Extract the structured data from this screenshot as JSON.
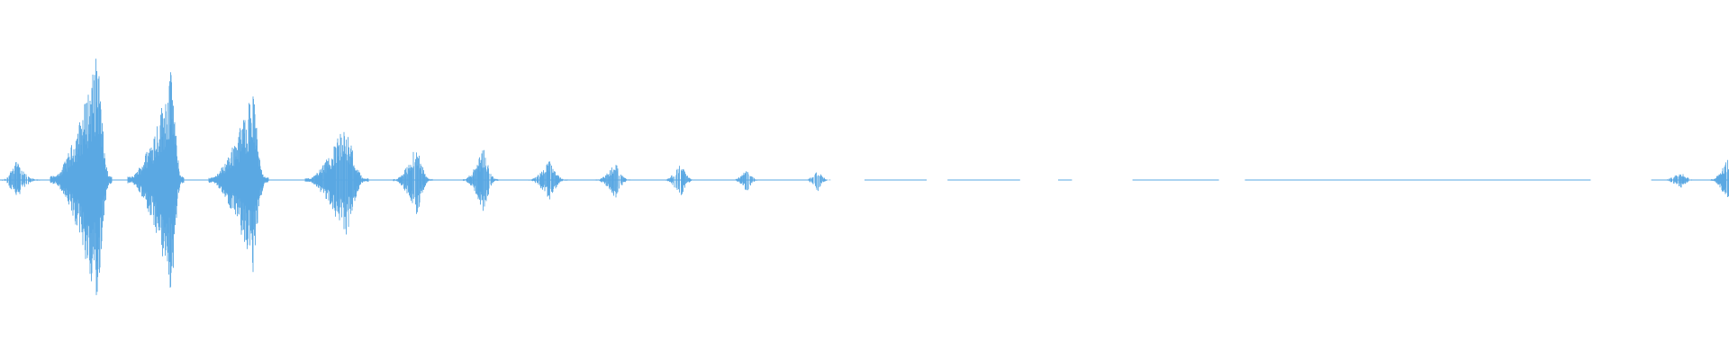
{
  "waveform": {
    "color": "#5aa8e3",
    "background": "#ffffff",
    "amplitude_range": [
      -1,
      1
    ],
    "duration_fraction_range": [
      0,
      1
    ],
    "baseline_segments": [
      [
        0.0,
        0.47
      ],
      [
        0.5,
        0.536
      ],
      [
        0.548,
        0.59
      ],
      [
        0.612,
        0.62
      ],
      [
        0.655,
        0.705
      ],
      [
        0.72,
        0.92
      ],
      [
        0.955,
        1.0
      ]
    ],
    "bursts": [
      {
        "center": 0.0125,
        "width": 0.022,
        "peak": 0.12,
        "attack": 0.35,
        "density": 0.6
      },
      {
        "center": 0.047,
        "width": 0.035,
        "peak": 0.78,
        "attack": 0.78,
        "density": 1.0
      },
      {
        "center": 0.09,
        "width": 0.032,
        "peak": 0.68,
        "attack": 0.8,
        "density": 1.0
      },
      {
        "center": 0.138,
        "width": 0.034,
        "peak": 0.55,
        "attack": 0.75,
        "density": 1.0
      },
      {
        "center": 0.195,
        "width": 0.036,
        "peak": 0.36,
        "attack": 0.65,
        "density": 0.95
      },
      {
        "center": 0.239,
        "width": 0.022,
        "peak": 0.22,
        "attack": 0.6,
        "density": 0.85
      },
      {
        "center": 0.278,
        "width": 0.02,
        "peak": 0.2,
        "attack": 0.6,
        "density": 0.85
      },
      {
        "center": 0.317,
        "width": 0.022,
        "peak": 0.12,
        "attack": 0.55,
        "density": 0.8
      },
      {
        "center": 0.355,
        "width": 0.02,
        "peak": 0.11,
        "attack": 0.55,
        "density": 0.75
      },
      {
        "center": 0.393,
        "width": 0.018,
        "peak": 0.1,
        "attack": 0.55,
        "density": 0.7
      },
      {
        "center": 0.432,
        "width": 0.016,
        "peak": 0.07,
        "attack": 0.5,
        "density": 0.6
      },
      {
        "center": 0.473,
        "width": 0.014,
        "peak": 0.07,
        "attack": 0.5,
        "density": 0.6
      },
      {
        "center": 0.972,
        "width": 0.02,
        "peak": 0.05,
        "attack": 0.5,
        "density": 0.5
      },
      {
        "center": 0.996,
        "width": 0.012,
        "peak": 0.17,
        "attack": 0.9,
        "density": 0.9
      }
    ]
  }
}
